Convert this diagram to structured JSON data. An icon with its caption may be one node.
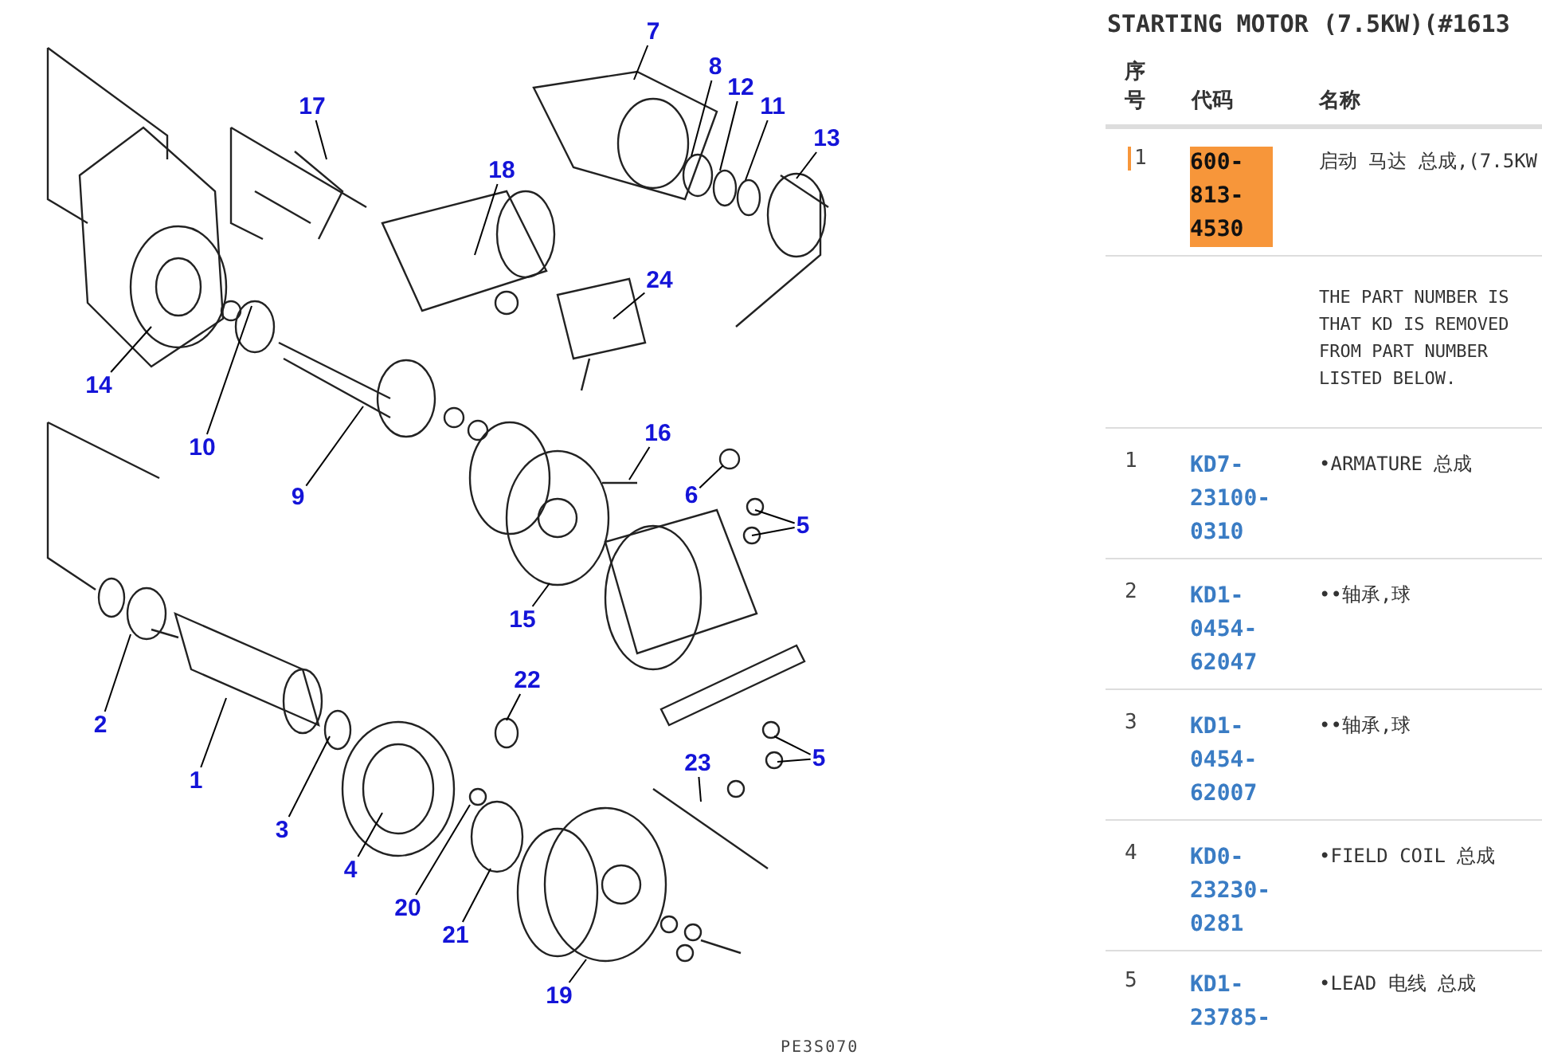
{
  "diagram": {
    "title": "STARTING MOTOR (7.5KW)(#1613",
    "nodes": [
      {
        "text": [
          "7"
        ]
      },
      {
        "text": [
          "8"
        ]
      },
      {
        "text": [
          "12"
        ]
      },
      {
        "text": [
          "11"
        ]
      },
      {
        "text": [
          "13"
        ]
      },
      {
        "text": [
          "17"
        ]
      },
      {
        "text": [
          "18"
        ]
      },
      {
        "text": [
          "24"
        ]
      },
      {
        "text": [
          "14"
        ]
      },
      {
        "text": [
          "10"
        ]
      },
      {
        "text": [
          "9"
        ]
      },
      {
        "text": [
          "16"
        ]
      },
      {
        "text": [
          "6"
        ]
      },
      {
        "text": [
          "5"
        ]
      },
      {
        "text": [
          "15"
        ]
      },
      {
        "text": [
          "2"
        ]
      },
      {
        "text": [
          "1"
        ]
      },
      {
        "text": [
          "3"
        ]
      },
      {
        "text": [
          "22"
        ]
      },
      {
        "text": [
          "23"
        ]
      },
      {
        "text": [
          "5"
        ]
      },
      {
        "text": [
          "4"
        ]
      },
      {
        "text": [
          "20"
        ]
      },
      {
        "text": [
          "21"
        ]
      },
      {
        "text": [
          "19"
        ]
      }
    ],
    "edges": [
      {
        "from": 0,
        "to": null,
        "arrow": "none"
      },
      {
        "from": 1,
        "to": null,
        "arrow": "none"
      },
      {
        "from": 2,
        "to": null,
        "arrow": "none"
      },
      {
        "from": 3,
        "to": null,
        "arrow": "none"
      },
      {
        "from": 4,
        "to": null,
        "arrow": "none"
      },
      {
        "from": 5,
        "to": null,
        "arrow": "none"
      },
      {
        "from": 6,
        "to": null,
        "arrow": "none"
      },
      {
        "from": 7,
        "to": null,
        "arrow": "none"
      },
      {
        "from": 8,
        "to": null,
        "arrow": "none"
      },
      {
        "from": 9,
        "to": null,
        "arrow": "none"
      },
      {
        "from": 10,
        "to": null,
        "arrow": "none"
      },
      {
        "from": 11,
        "to": null,
        "arrow": "none"
      },
      {
        "from": 12,
        "to": null,
        "arrow": "none"
      },
      {
        "from": 13,
        "to": null,
        "arrow": "none"
      },
      {
        "from": 13,
        "to": null,
        "arrow": "none"
      },
      {
        "from": 14,
        "to": null,
        "arrow": "none"
      },
      {
        "from": 15,
        "to": null,
        "arrow": "none"
      },
      {
        "from": 16,
        "to": null,
        "arrow": "none"
      },
      {
        "from": 17,
        "to": null,
        "arrow": "none"
      },
      {
        "from": 18,
        "to": null,
        "arrow": "none"
      },
      {
        "from": 19,
        "to": null,
        "arrow": "none"
      },
      {
        "from": 20,
        "to": null,
        "arrow": "none"
      },
      {
        "from": 20,
        "to": null,
        "arrow": "none"
      },
      {
        "from": 21,
        "to": null,
        "arrow": "none"
      },
      {
        "from": 22,
        "to": null,
        "arrow": "none"
      },
      {
        "from": 23,
        "to": null,
        "arrow": "none"
      },
      {
        "from": 24,
        "to": null,
        "arrow": "none"
      }
    ],
    "labels": [
      "序号",
      "代码",
      "名称",
      "1",
      "600-813-4530",
      "启动 马达 总成,(7.5KW",
      "THE PART NUMBER IS THAT KD IS REMOVED FROM PART NUMBER LISTED BELOW.",
      "1",
      "KD7-23100-0310",
      "•ARMATURE 总成",
      "2",
      "KD1-0454-62047",
      "••轴承,球",
      "3",
      "KD1-0454-62007",
      "••轴承,球",
      "4",
      "KD0-23230-0281",
      "•FIELD COIL 总成",
      "5",
      "KD1-23785-",
      "•LEAD 电线 总成",
      "PE3S070"
    ]
  }
}
